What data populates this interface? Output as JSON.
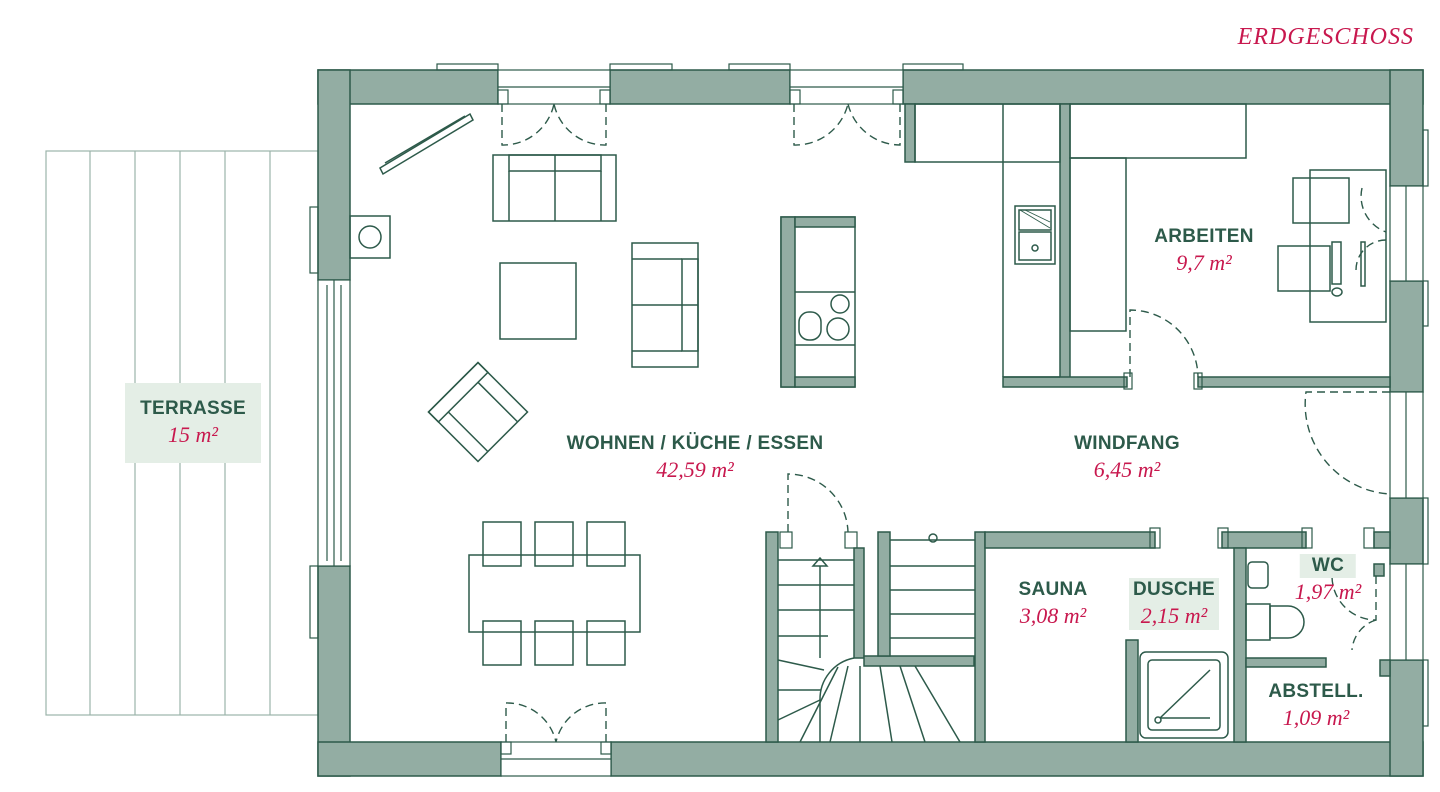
{
  "floor_title": "ERDGESCHOSS",
  "colors": {
    "wall_fill": "#93ada3",
    "line": "#2d5a4a",
    "text_dark": "#2d5a4a",
    "text_accent": "#c8184e",
    "label_bg": "#e4eee6"
  },
  "rooms": {
    "terrasse": {
      "name": "TERRASSE",
      "area": "15 m²"
    },
    "wohnen": {
      "name": "WOHNEN / KÜCHE / ESSEN",
      "area": "42,59 m²"
    },
    "arbeiten": {
      "name": "ARBEITEN",
      "area": "9,7 m²"
    },
    "windfang": {
      "name": "WINDFANG",
      "area": "6,45 m²"
    },
    "sauna": {
      "name": "SAUNA",
      "area": "3,08 m²"
    },
    "dusche": {
      "name": "DUSCHE",
      "area": "2,15 m²"
    },
    "wc": {
      "name": "WC",
      "area": "1,97 m²"
    },
    "abstell": {
      "name": "ABSTELL.",
      "area": "1,09 m²"
    }
  }
}
